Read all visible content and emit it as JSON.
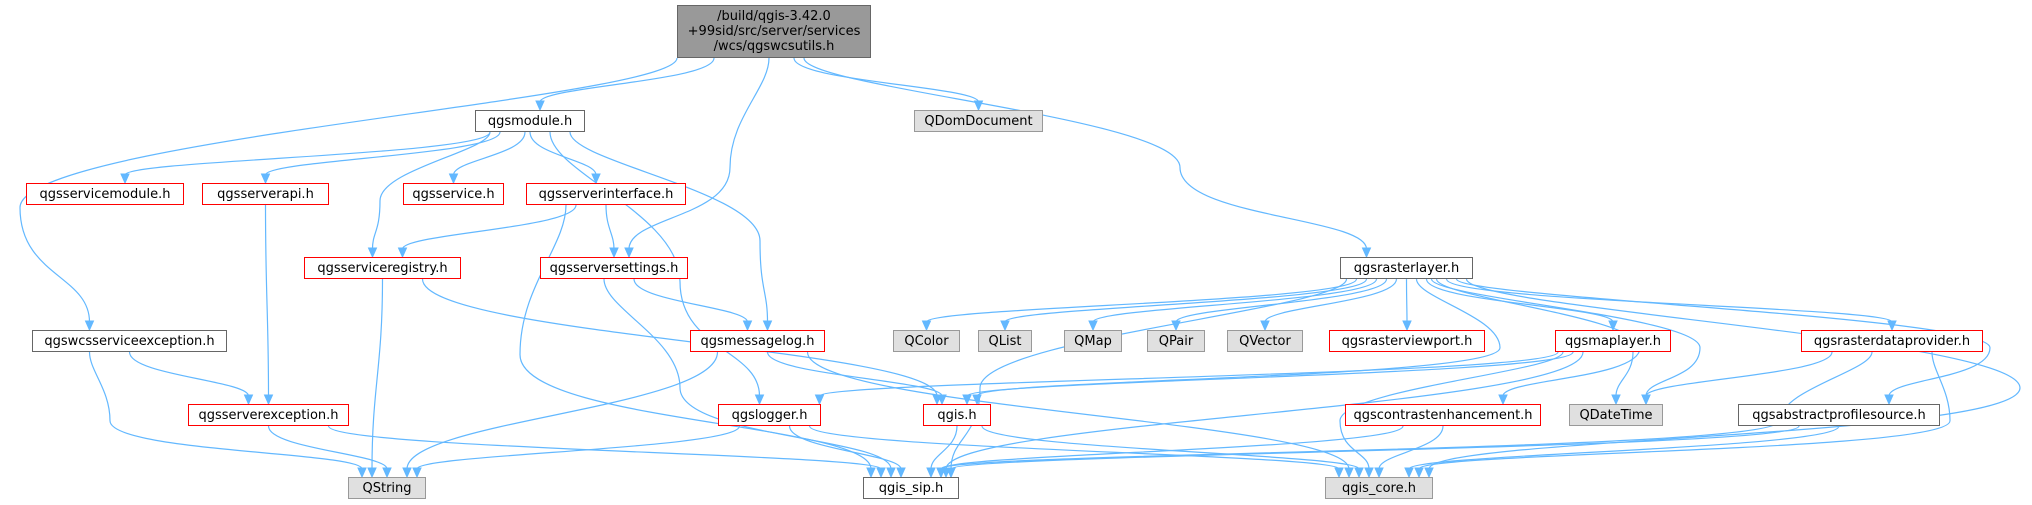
{
  "title": "/build/qgis-3.42.0\n+99sid/src/server/services\n/wcs/qgswcsutils.h",
  "colors": {
    "root_fill": "#999999",
    "internal_border": "#666666",
    "undocumented_border": "#ff0000",
    "external_fill": "#e0e0e0",
    "external_border": "#999999",
    "edge": "#63b8ff"
  },
  "nodes": {
    "root": "/build/qgis-3.42.0\n+99sid/src/server/services\n/wcs/qgswcsutils.h",
    "qgsmodule": "qgsmodule.h",
    "qdomdocument": "QDomDocument",
    "qgsservicemodule": "qgsservicemodule.h",
    "qgsserverapi": "qgsserverapi.h",
    "qgsservice": "qgsservice.h",
    "qgsserverinterface": "qgsserverinterface.h",
    "qgsserviceregistry": "qgsserviceregistry.h",
    "qgsserversettings": "qgsserversettings.h",
    "qgsrasterlayer": "qgsrasterlayer.h",
    "qgswcsserviceexception": "qgswcsserviceexception.h",
    "qgsmessagelog": "qgsmessagelog.h",
    "qcolor": "QColor",
    "qlist": "QList",
    "qmap": "QMap",
    "qpair": "QPair",
    "qvector": "QVector",
    "qgsrasterviewport": "qgsrasterviewport.h",
    "qgsmaplayer": "qgsmaplayer.h",
    "qgsrasterdataprovider": "qgsrasterdataprovider.h",
    "qgsserverexception": "qgsserverexception.h",
    "qgslogger": "qgslogger.h",
    "qgis": "qgis.h",
    "qdatetime": "QDateTime",
    "qgscontrastenhancement": "qgscontrastenhancement.h",
    "qgsabstractprofilesource": "qgsabstractprofilesource.h",
    "qstring": "QString",
    "qgis_sip": "qgis_sip.h",
    "qgis_core": "qgis_core.h"
  }
}
